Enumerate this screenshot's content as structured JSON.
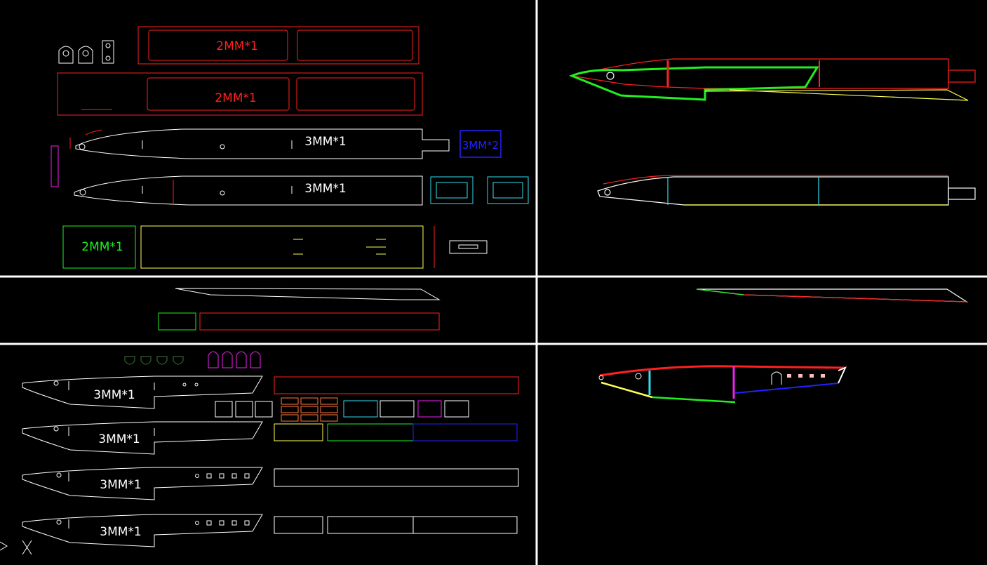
{
  "drawing": {
    "labels": {
      "red_2mm_a": "2MM*1",
      "red_2mm_b": "2MM*1",
      "white_3mm_a": "3MM*1",
      "blue_3mm_x2": "3MM*2",
      "white_3mm_b": "3MM*1",
      "green_2mm": "2MM*1",
      "part_3mm_1": "3MM*1",
      "part_3mm_2": "3MM*1",
      "part_3mm_3": "3MM*1",
      "part_3mm_4": "3MM*1"
    },
    "ucs_axis": "X",
    "colors": {
      "background": "#000000",
      "divider": "#ffffff",
      "red": "#ff2020",
      "white": "#ffffff",
      "green": "#22ee22",
      "yellow": "#ffff55",
      "cyan": "#33ddee",
      "blue": "#2222ff",
      "magenta": "#ee22ee",
      "dark_green": "#3a7a3a"
    }
  }
}
